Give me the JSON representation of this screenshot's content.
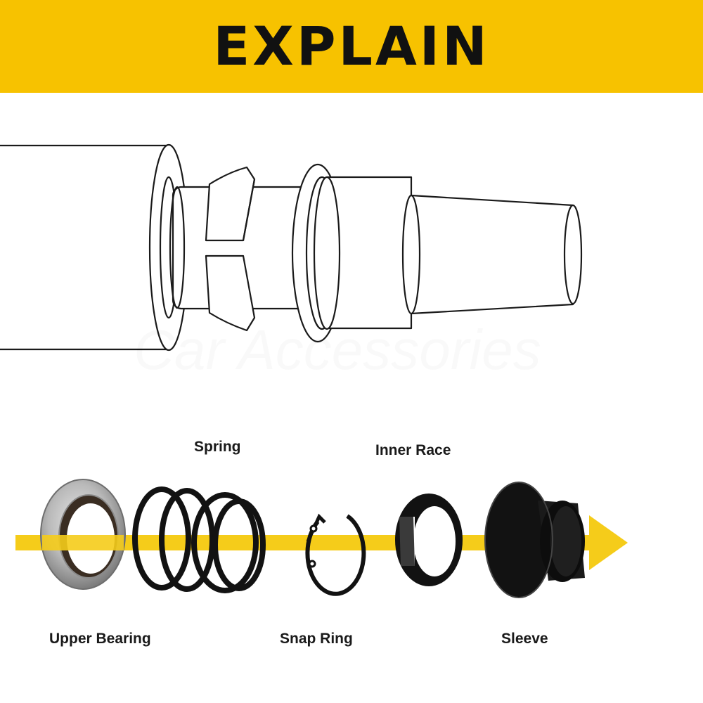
{
  "colors": {
    "banner": "#f7c200",
    "arrow": "#f5cc1a",
    "line_art": "#1a1a1a",
    "part_black": "#121212",
    "bearing_metal": "#b9b9b9"
  },
  "banner": {
    "title": "EXPLAIN"
  },
  "parts": {
    "spring": "Spring",
    "inner_race": "Inner Race",
    "upper_bearing": "Upper Bearing",
    "snap_ring": "Snap Ring",
    "sleeve": "Sleeve"
  },
  "icons": {
    "shaft": "shaft-assembly-illustration",
    "arrow": "assembly-direction-arrow",
    "upper_bearing": "bearing-icon",
    "spring": "coil-spring-icon",
    "snap_ring": "snap-ring-icon",
    "inner_race": "split-race-icon",
    "sleeve": "flanged-sleeve-icon"
  }
}
